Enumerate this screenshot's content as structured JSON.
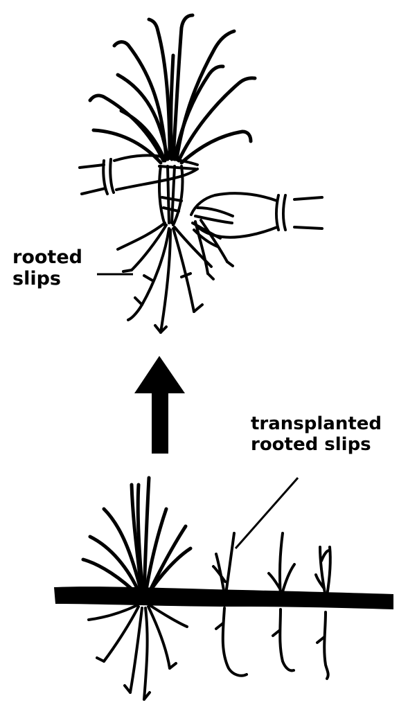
{
  "labels": {
    "rooted_slips": {
      "line1": "rooted",
      "line2": "slips"
    },
    "transplanted_rooted_slips": {
      "line1": "transplanted",
      "line2": "rooted slips"
    }
  },
  "colors": {
    "ink": "#000000",
    "background": "#ffffff"
  },
  "icons": {
    "arrow": "up-arrow-icon"
  }
}
